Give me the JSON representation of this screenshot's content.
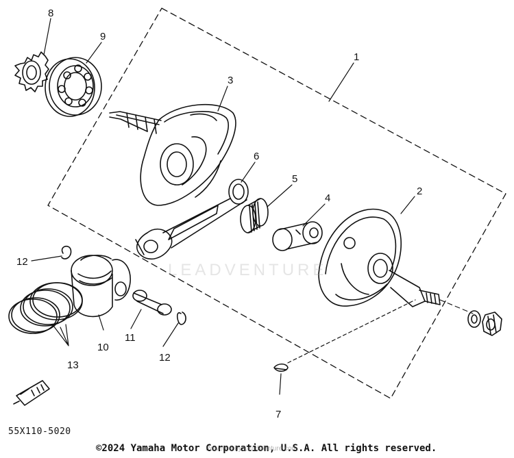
{
  "diagram": {
    "callouts": [
      {
        "id": "1",
        "label": "1"
      },
      {
        "id": "2",
        "label": "2"
      },
      {
        "id": "3",
        "label": "3"
      },
      {
        "id": "4",
        "label": "4"
      },
      {
        "id": "5",
        "label": "5"
      },
      {
        "id": "6",
        "label": "6"
      },
      {
        "id": "7",
        "label": "7"
      },
      {
        "id": "8",
        "label": "8"
      },
      {
        "id": "9",
        "label": "9"
      },
      {
        "id": "10",
        "label": "10"
      },
      {
        "id": "11",
        "label": "11"
      },
      {
        "id": "12a",
        "label": "12"
      },
      {
        "id": "12b",
        "label": "12"
      },
      {
        "id": "13",
        "label": "13"
      }
    ],
    "diagram_code": "55X110-5020",
    "watermark": "LEADVENTURE",
    "watermark_url": "Powered by LeadVenture.com",
    "copyright": "©2024 Yamaha Motor Corporation, U.S.A. All rights reserved."
  },
  "colors": {
    "ink": "#111111",
    "paper": "#ffffff"
  }
}
